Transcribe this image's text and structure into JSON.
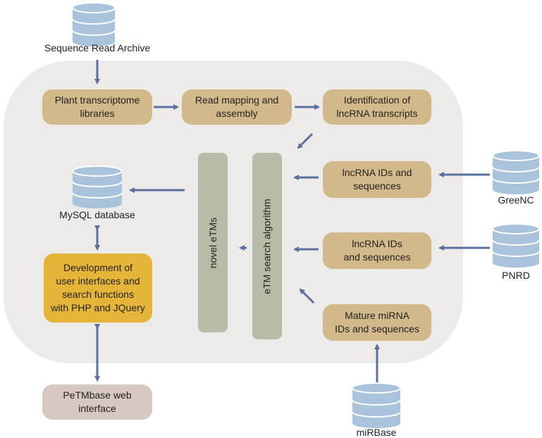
{
  "sources": {
    "sra": "Sequence Read Archive",
    "greenc": "GreeNC",
    "pnrd": "PNRD",
    "mirbase": "miRBase",
    "mysql": "MySQL database"
  },
  "boxes": {
    "plant_transcriptome": "Plant transcriptome\nlibraries",
    "read_mapping": "Read mapping and\nassembly",
    "identification": "Identification of\nlncRNA transcripts",
    "lncrna_ids_1": "lncRNA IDs and\nsequences",
    "lncrna_ids_2": "lncRNA IDs\nand sequences",
    "mature_mirna": "Mature miRNA\nIDs and sequences",
    "development": "Development of\nuser interfaces and\nsearch functions\nwith PHP and JQuery",
    "web_interface": "PeTMbase web\ninterface"
  },
  "bars": {
    "novel": "novel eTMs",
    "algorithm": "eTM search algorithm"
  },
  "colors": {
    "arrow": "#5b6f9f",
    "cylinder_fill": "#a9c3dc",
    "cylinder_stroke": "#ffffff"
  }
}
